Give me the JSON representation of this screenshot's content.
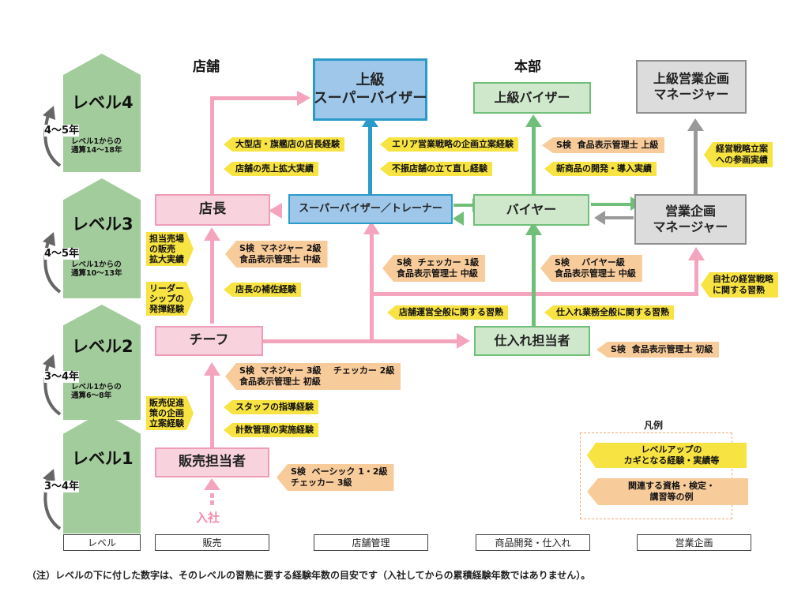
{
  "columns": {
    "store": "店舗",
    "hq": "本部"
  },
  "levels": [
    {
      "label": "レベル4",
      "years": "4〜5年",
      "note": "レベル1からの\n通算14〜18年"
    },
    {
      "label": "レベル3",
      "years": "4〜5年",
      "note": "レベル1からの\n通算10〜13年"
    },
    {
      "label": "レベル2",
      "years": "3〜4年",
      "note": "レベル1からの\n通算6〜8年"
    },
    {
      "label": "レベル1",
      "years": "3〜4年",
      "note": ""
    }
  ],
  "boxes": {
    "senior_sv": "上級\nスーパーバイザー",
    "senior_buyer": "上級バイザー",
    "senior_planning": "上級営業企画\nマネージャー",
    "store_manager": "店長",
    "sv_trainer": "スーパーバイザー／トレーナー",
    "buyer": "バイヤー",
    "planning_manager": "営業企画\nマネージャー",
    "chief": "チーフ",
    "purchasing": "仕入れ担当者",
    "sales": "販売担当者",
    "entry": "入社"
  },
  "experience_tags": {
    "large_store": "大型店・旗艦店の店長経験",
    "store_sales": "店舗の売上拡大実績",
    "area_strategy": "エリア営業戦略の企画立案経験",
    "turnaround": "不振店舗の立て直し経験",
    "new_product": "新商品の開発・導入実績",
    "strategy_plan": "経営戦略立案\nへの参画実績",
    "floor_sales": "担当売場\nの販売\n拡大実績",
    "leadership": "リーダー\nシップの\n発揮経験",
    "assist_manager": "店長の補佐経験",
    "own_strategy": "自社の経営戦略\nに関する習熟",
    "store_ops": "店舗運営全般に関する習熟",
    "purchasing_ops": "仕入れ業務全般に関する習熟",
    "promo_plan": "販売促進\n策の企画\n立案経験",
    "staff_guidance": "スタッフの指導経験",
    "numeric_mgmt": "計数管理の実施経験"
  },
  "qualification_tags": {
    "buyer_top": "S検  食品表示管理士 上級",
    "store_mgr_qual": "S検  マネジャー 2級\n食品表示管理士 中級",
    "sv_qual": "S検  チェッカー 1級\n食品表示管理士 中級",
    "buyer_qual": "S検    バイヤー級\n食品表示管理士 中級",
    "purchasing_qual": "S検  食品表示管理士 初級",
    "chief_qual": "S検  マネジャー 3級    チェッカー 2級\n食品表示管理士 初級",
    "sales_qual": "S検  ベーシック 1・2級\nチェッカー 3級"
  },
  "legend": {
    "title": "凡例",
    "experience": "レベルアップの\nカギとなる経験・実績等",
    "qualification": "関連する資格・検定・\n講習等の例"
  },
  "footer": {
    "level": "レベル",
    "sales": "販売",
    "store_mgmt": "店舗管理",
    "product_dev": "商品開発・仕入れ",
    "planning": "営業企画"
  },
  "note": "（注）レベルの下に付した数字は、そのレベルの習熟に要する経験年数の目安です（入社してからの累積経験年数ではありません）。",
  "colors": {
    "level_green": "#a3cc9c",
    "store_pink": "#f8d3de",
    "sv_blue": "#9fc7ea",
    "hq_green": "#cfe8cc",
    "planning_gray": "#dcdcdc",
    "experience_yellow": "#f7e342",
    "qualification_orange": "#f8cb9b"
  }
}
